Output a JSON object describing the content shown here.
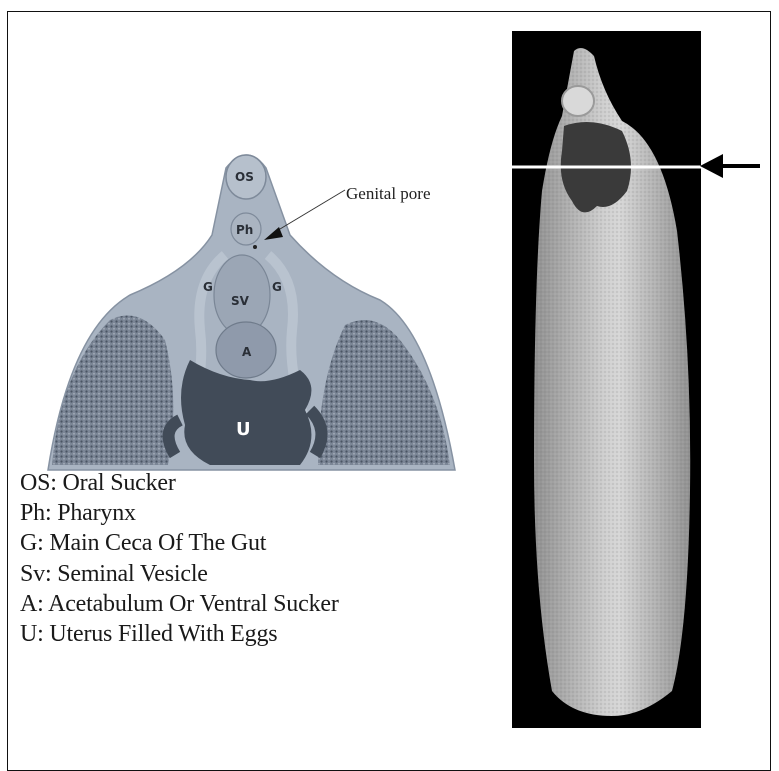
{
  "diagram": {
    "labels": {
      "os": "OS",
      "ph": "Ph",
      "g_left": "G",
      "g_right": "G",
      "sv": "SV",
      "a": "A",
      "u": "U"
    },
    "callout": "Genital pore"
  },
  "legend": [
    "OS: Oral Sucker",
    "Ph: Pharynx",
    "G: Main Ceca Of The Gut",
    "Sv: Seminal Vesicle",
    "A: Acetabulum Or Ventral Sucker",
    "U: Uterus Filled With Eggs"
  ],
  "icons": {
    "section_arrow": "arrow-left-icon"
  },
  "colors": {
    "frame": "#111111",
    "specimen_bg": "#000000",
    "anatomy_fill": "#9aa7b8",
    "vitellaria": "#5d6a7a"
  }
}
